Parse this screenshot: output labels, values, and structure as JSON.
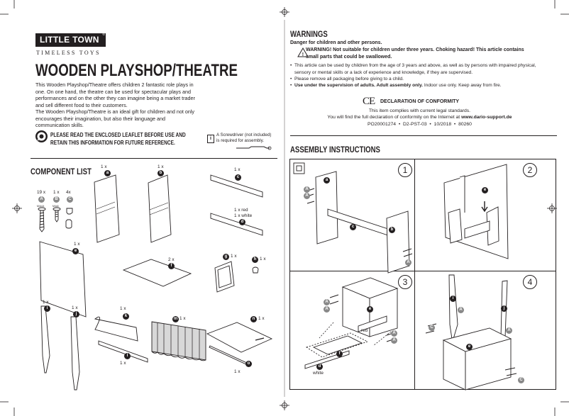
{
  "brand": {
    "logo_text": "LITTLE TOWN",
    "logo_mark": "®",
    "tagline": "TIMELESS TOYS"
  },
  "product": {
    "title": "WOODEN PLAYSHOP/THEATRE",
    "intro_1": "This Wooden Playshop/Theatre offers children 2 fantastic role plays in one. On one hand, the theatre can be used for spectacular plays and performances and on the other they can imagine being a market trader and sell different food to their customers.",
    "intro_2": "The Wooden Playshop/Theatre is an ideal gift for children and not only encourages their imagination, but also their language and communication skills.",
    "notice": "PLEASE READ THE ENCLOSED LEAFLET BEFORE USE AND RETAIN THIS INFORMATION FOR FUTURE REFERENCE.",
    "tool_note_line1": "A Screwdriver (not included)",
    "tool_note_line2": "is required for assembly."
  },
  "components": {
    "heading": "COMPONENT LIST",
    "hardware": [
      {
        "qty": "19 x",
        "letter": "A",
        "code": "M4x14"
      },
      {
        "qty": "1 x",
        "letter": "B",
        "code": "M4x6"
      },
      {
        "qty": "4x",
        "letter": "C",
        "code": ""
      }
    ],
    "parts": [
      {
        "id": "a",
        "qty": "1 x"
      },
      {
        "id": "b",
        "qty": "1 x"
      },
      {
        "id": "c",
        "qty": "1 x"
      },
      {
        "id": "d",
        "qty": "1 x red\n1 x white"
      },
      {
        "id": "e",
        "qty": "1 x"
      },
      {
        "id": "f",
        "qty": "2 x"
      },
      {
        "id": "g",
        "qty": "1 x"
      },
      {
        "id": "h",
        "qty": "1 x"
      },
      {
        "id": "i",
        "qty": "1 x"
      },
      {
        "id": "j",
        "qty": "1 x"
      },
      {
        "id": "k",
        "qty": "1 x"
      },
      {
        "id": "l",
        "qty": "1 x"
      },
      {
        "id": "m",
        "qty": "1 x"
      },
      {
        "id": "n",
        "qty": "1 x"
      },
      {
        "id": "o",
        "qty": "1 x"
      }
    ]
  },
  "warnings": {
    "heading": "WARNINGS",
    "danger": "Danger for children and other persons.",
    "choking_1": "WARNING! Not suitable for children under three years. Choking hazard! This article contains",
    "choking_2": "small parts that could be swallowed.",
    "bullet_1": "This article can be used by children from the age of 3 years and above, as well as by persons with impaired physical, sensory or mental skills or a lack of experience and knowledge, if they are supervised.",
    "bullet_2": "Please remove all packaging before giving to a child.",
    "bullet_3_bold": "Use under the supervision of adults. Adult assembly only.",
    "bullet_3_rest": " Indoor use only. Keep away from fire."
  },
  "conformity": {
    "mark": "CE",
    "heading": "DECLARATION OF CONFORMITY",
    "line_1": "This item complies with current legal standards.",
    "line_2_pre": "You will find the full declaration of conformity on the Internet at ",
    "line_2_url": "www.dario-support.de",
    "codes": "PO20001274  •  D2-PST-03  •  10/2018  •  80260"
  },
  "assembly": {
    "heading": "ASSEMBLY INSTRUCTIONS",
    "steps": [
      "1",
      "2",
      "3",
      "4"
    ],
    "label_red": "red",
    "label_white": "white"
  }
}
